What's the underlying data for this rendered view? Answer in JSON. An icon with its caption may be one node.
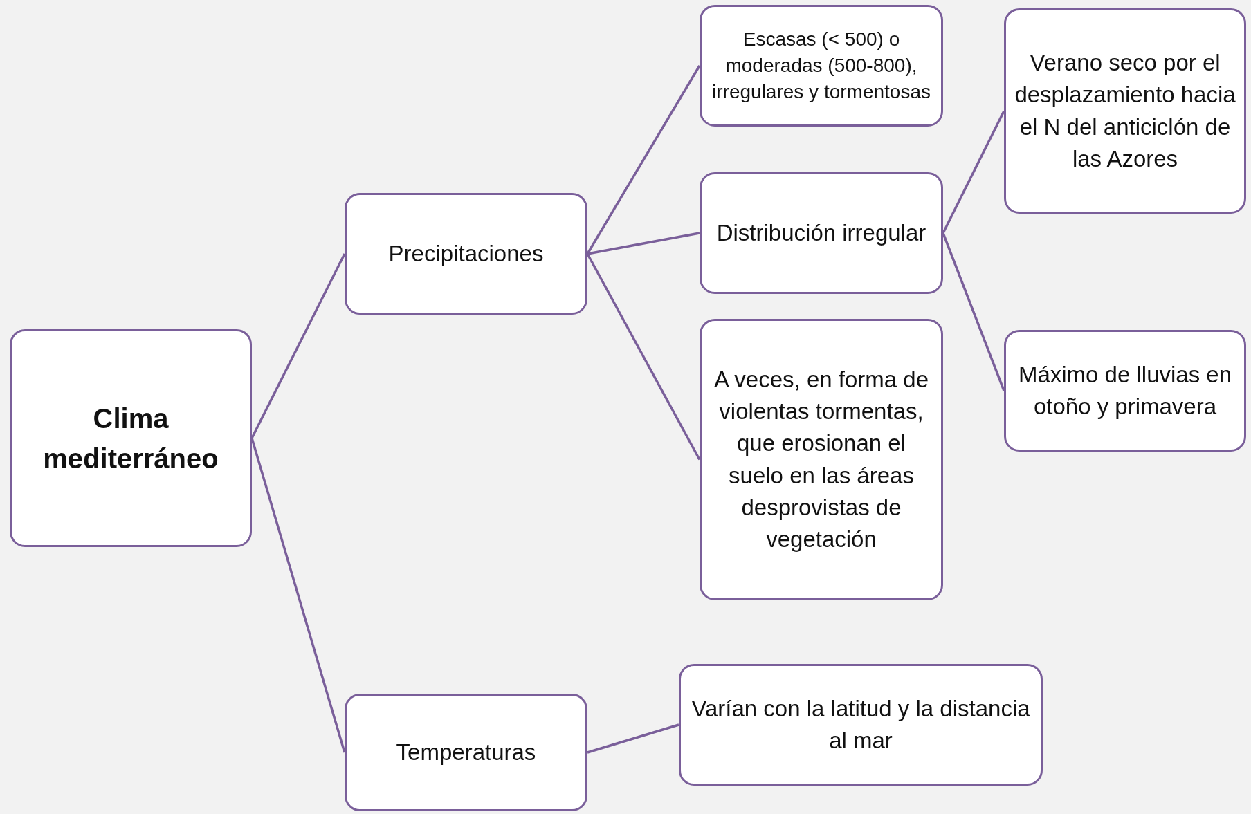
{
  "diagram": {
    "nodes": [
      {
        "text": [
          "Clima mediterráneo"
        ]
      },
      {
        "text": [
          "Precipitaciones"
        ]
      },
      {
        "text": [
          "Escasas (< 500) o moderadas (500-800), irregulares y tormentosas"
        ]
      },
      {
        "text": [
          "Distribución irregular"
        ]
      },
      {
        "text": [
          "Verano seco por el desplazamiento hacia el N del anticiclón de las Azores"
        ]
      },
      {
        "text": [
          "Máximo de lluvias en otoño y primavera"
        ]
      },
      {
        "text": [
          "A veces, en forma de violentas tormentas, que erosionan el suelo en las áreas desprovistas de vegetación"
        ]
      },
      {
        "text": [
          "Temperaturas"
        ]
      },
      {
        "text": [
          "Varían con la latitud y la distancia al mar"
        ]
      }
    ],
    "edges": [
      {
        "from": 0,
        "to": 1,
        "arrow": "none"
      },
      {
        "from": 0,
        "to": 7,
        "arrow": "none"
      },
      {
        "from": 1,
        "to": 2,
        "arrow": "none"
      },
      {
        "from": 1,
        "to": 3,
        "arrow": "none"
      },
      {
        "from": 1,
        "to": 6,
        "arrow": "none"
      },
      {
        "from": 3,
        "to": 4,
        "arrow": "none"
      },
      {
        "from": 3,
        "to": 5,
        "arrow": "none"
      },
      {
        "from": 7,
        "to": 8,
        "arrow": "none"
      }
    ]
  }
}
